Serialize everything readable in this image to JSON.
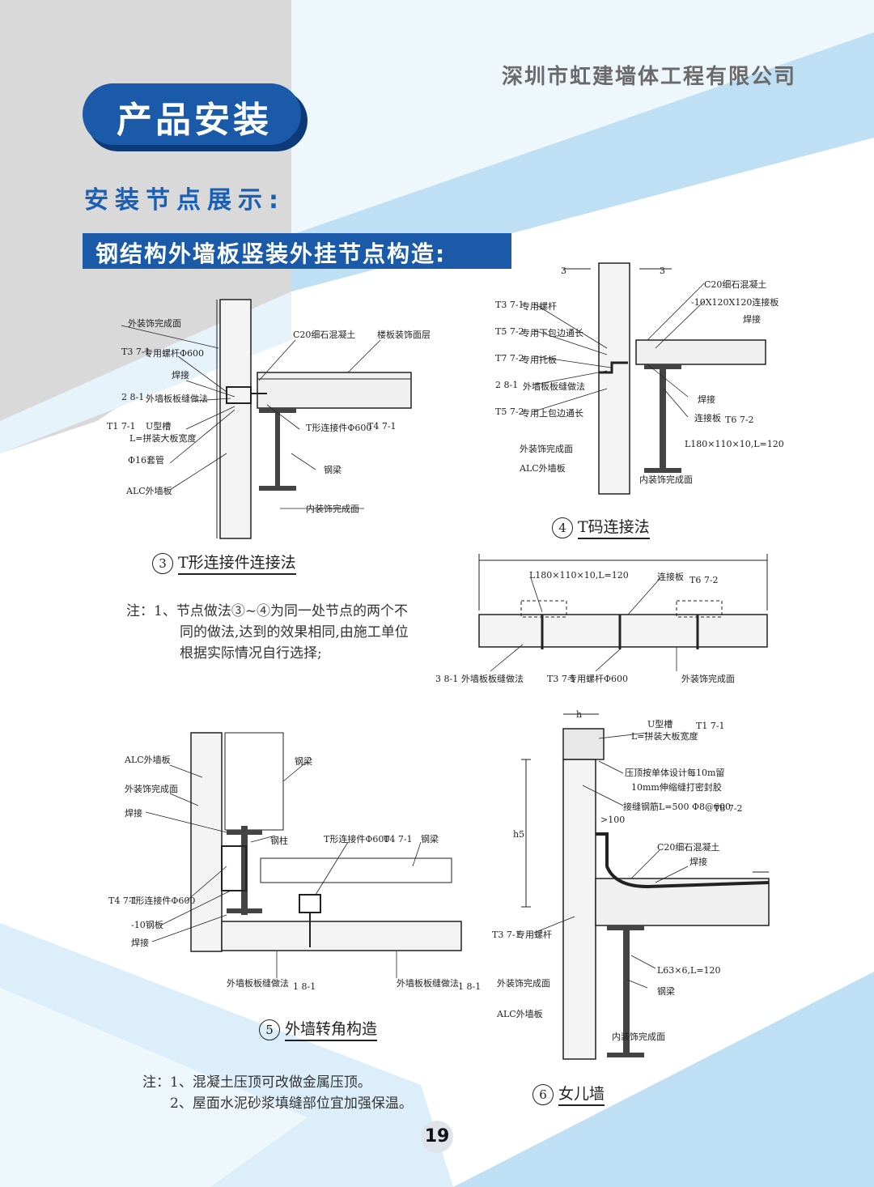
{
  "company": "深圳市虹建墙体工程有限公司",
  "section_title": "产品安装",
  "subtitle": "安装节点展示:",
  "banner": "钢结构外墙板竖装外挂节点构造:",
  "colors": {
    "brand_blue": "#1a5aa8",
    "light_blue": "#bfe0f4",
    "gray_band": "#d8d8d8"
  },
  "figures": {
    "fig3": {
      "num": "3",
      "caption": "T形连接件连接法",
      "labels": [
        "外装饰完成面",
        "T3 7-1",
        "专用螺杆Φ600",
        "焊接",
        "2 8-1",
        "外墙板板缝做法",
        "T1 7-1",
        "U型槽",
        "L=拼装大板宽度",
        "Φ16套管",
        "ALC外墙板",
        "C20细石混凝土",
        "楼板装饰面层",
        "T形连接件Φ600",
        "T4 7-1",
        "钢梁",
        "内装饰完成面"
      ]
    },
    "fig4": {
      "num": "4",
      "caption": "T码连接法",
      "labels": [
        "3",
        "3",
        "C20细石混凝土",
        "-10X120X120连接板",
        "焊接",
        "T3 7-1",
        "专用螺杆",
        "T5 7-2",
        "专用下包边通长",
        "T7 7-2",
        "专用托板",
        "2 8-1",
        "外墙板板缝做法",
        "T5 7-2",
        "专用上包边通长",
        "焊接",
        "连接板",
        "T6 7-2",
        "L180×110×10,L=120",
        "外装饰完成面",
        "ALC外墙板",
        "内装饰完成面"
      ]
    },
    "fig4b": {
      "labels": [
        "L180×110×10,L=120",
        "连接板",
        "T6 7-2",
        "3 8-1",
        "外墙板板缝做法",
        "T3 7-1",
        "专用螺杆Φ600",
        "外装饰完成面"
      ]
    },
    "fig5": {
      "num": "5",
      "caption": "外墙转角构造",
      "labels": [
        "ALC外墙板",
        "外装饰完成面",
        "焊接",
        "钢梁",
        "钢柱",
        "T形连接件Φ600",
        "T4 7-1",
        "钢梁",
        "T4 7-1",
        "T形连接件Φ600",
        "-10钢板",
        "焊接",
        "外墙板板缝做法",
        "1 8-1",
        "外墙板板缝做法",
        "1 8-1"
      ]
    },
    "fig6": {
      "num": "6",
      "caption": "女儿墙",
      "labels": [
        "h",
        "U型槽",
        "L=拼装大板宽度",
        "T1 7-1",
        "压顶按单体设计每10m留",
        "10mm伸缩缝打密封胶",
        "接缝钢筋L=500 Φ8@600",
        "T8 7-2",
        ">100",
        "h5",
        "C20细石混凝土",
        "焊接",
        "T3 7-1",
        "专用螺杆",
        "L63×6,L=120",
        "钢梁",
        "外装饰完成面",
        "ALC外墙板",
        "内装饰完成面"
      ]
    }
  },
  "note1": {
    "prefix": "注：",
    "line1": "1、节点做法③~④为同一处节点的两个不",
    "line2": "同的做法,达到的效果相同,由施工单位",
    "line3": "根据实际情况自行选择;"
  },
  "note2": {
    "prefix": "注：",
    "line1": "1、混凝土压顶可改做金属压顶。",
    "line2": "2、屋面水泥砂浆填缝部位宜加强保温。"
  },
  "page_number": "19"
}
